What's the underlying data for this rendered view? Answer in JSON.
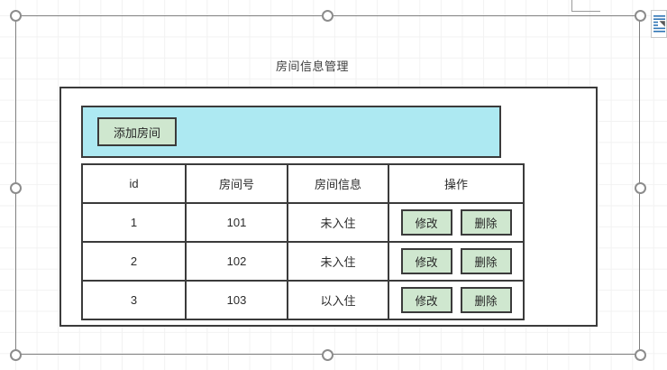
{
  "app": {
    "title": "房间信息管理"
  },
  "toolbar": {
    "add_room_label": "添加房间",
    "background_color": "#ade9f2"
  },
  "table": {
    "headers": [
      "id",
      "房间号",
      "房间信息",
      "操作"
    ],
    "rows": [
      {
        "id": "1",
        "room_no": "101",
        "room_info": "未入住",
        "edit_label": "修改",
        "delete_label": "删除"
      },
      {
        "id": "2",
        "room_no": "102",
        "room_info": "未入住",
        "edit_label": "修改",
        "delete_label": "删除"
      },
      {
        "id": "3",
        "room_no": "103",
        "room_info": "以入住",
        "edit_label": "修改",
        "delete_label": "删除"
      }
    ],
    "button_color": "#cfe7cf"
  },
  "editor": {
    "selection_handle_color": "#8c8c8c",
    "frame_border_color": "#3b3b3b",
    "grid_line_color": "#f2f2f2",
    "layout_options_icon": "layout-options-icon"
  }
}
